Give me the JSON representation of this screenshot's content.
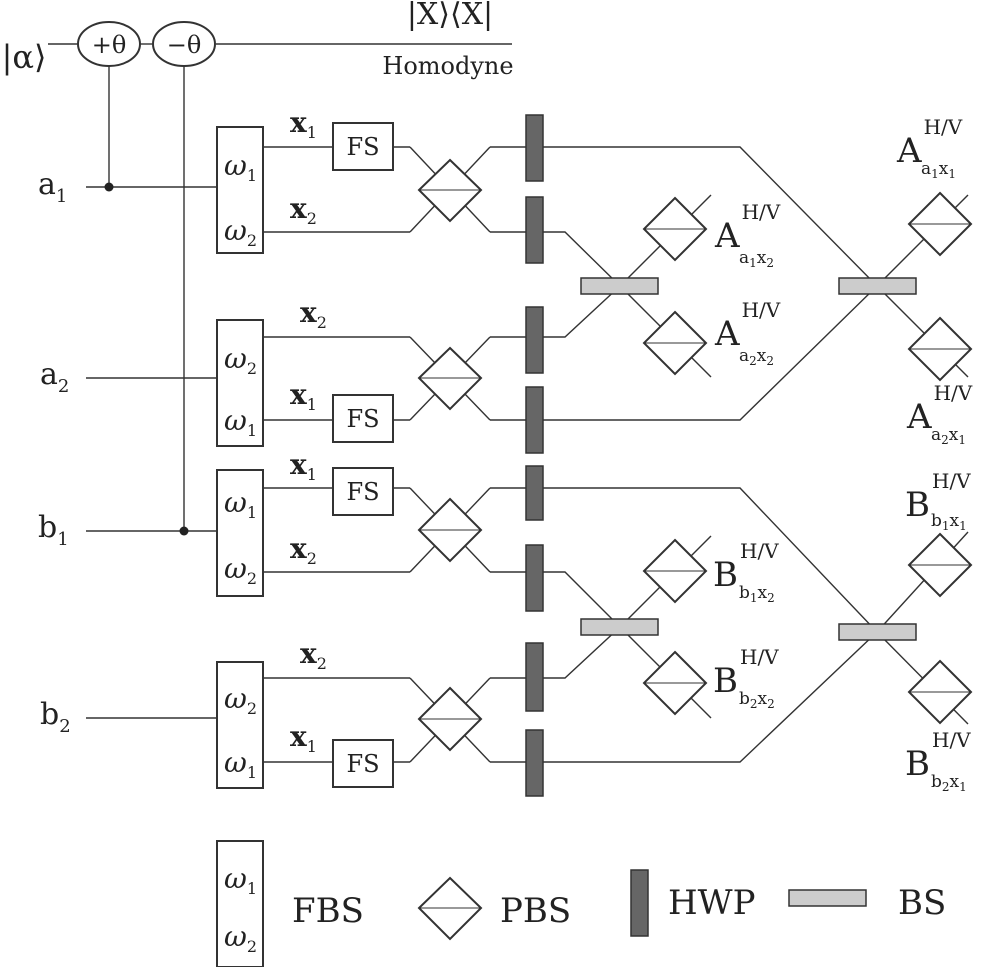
{
  "top": {
    "alpha": "|α⟩",
    "plus_theta": "+θ",
    "minus_theta": "−θ",
    "projector": "|X⟩⟨X|",
    "homodyne": "Homodyne"
  },
  "inputs": {
    "a1": "a",
    "a1_sub": "1",
    "a2": "a",
    "a2_sub": "2",
    "b1": "b",
    "b1_sub": "1",
    "b2": "b",
    "b2_sub": "2"
  },
  "fbs_labels": {
    "omega": "ω",
    "one": "1",
    "two": "2"
  },
  "path": {
    "x": "x",
    "one": "1",
    "two": "2"
  },
  "fs_label": "FS",
  "detectors": {
    "A": "A",
    "B": "B",
    "hv": "H/V",
    "a": "a",
    "b": "b",
    "x": "x",
    "one": "1",
    "two": "2"
  },
  "legend": {
    "fbs": "FBS",
    "pbs": "PBS",
    "hwp": "HWP",
    "bs": "BS"
  }
}
